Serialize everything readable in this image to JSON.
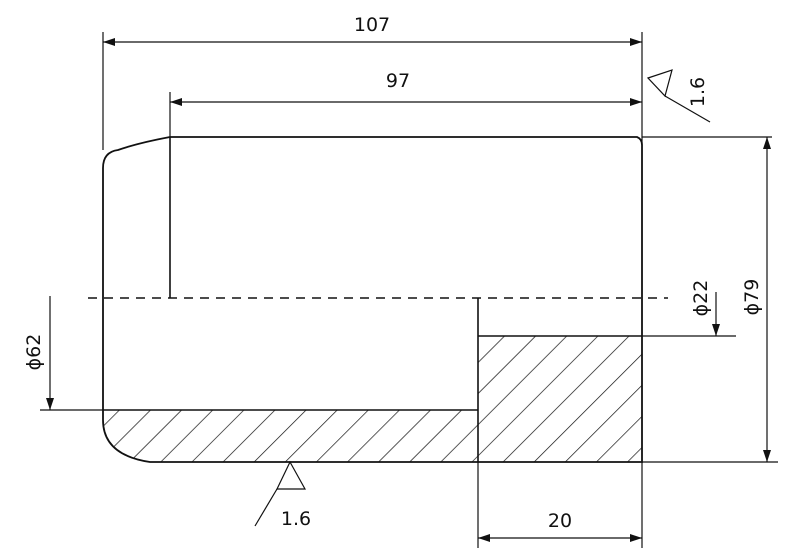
{
  "drawing": {
    "dimensions": {
      "overall_length": "107",
      "inner_length": "97",
      "end_length": "20",
      "outer_diameter": "ϕ79",
      "bore_diameter": "ϕ62",
      "small_diameter": "ϕ22"
    },
    "roughness": {
      "top": "1.6",
      "bottom": "1.6"
    },
    "colors": {
      "ink": "#111111",
      "background": "#ffffff"
    }
  }
}
